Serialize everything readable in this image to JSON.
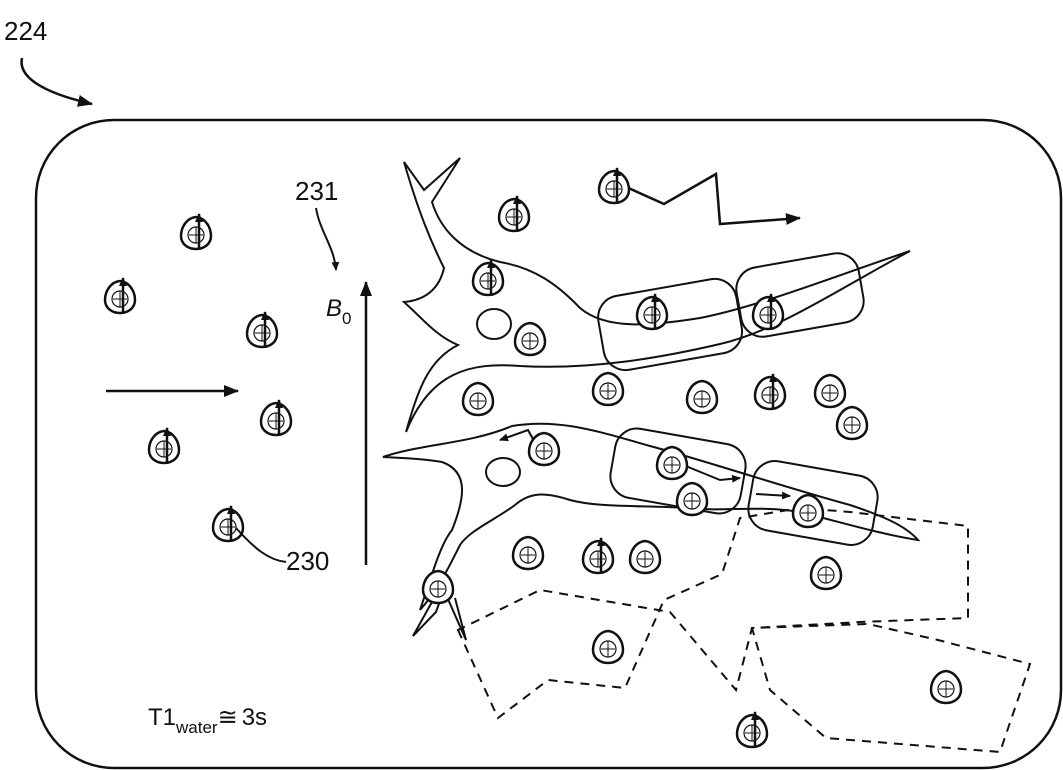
{
  "figure": {
    "ref_figure": "224",
    "ref_field": "231",
    "ref_molecule": "230",
    "field_label": "B",
    "field_sub": "0",
    "t1_prefix": "T1",
    "t1_sub": "water",
    "t1_approx": "≅",
    "t1_value": "3s"
  },
  "colors": {
    "ink": "#111111",
    "background": "#ffffff"
  }
}
